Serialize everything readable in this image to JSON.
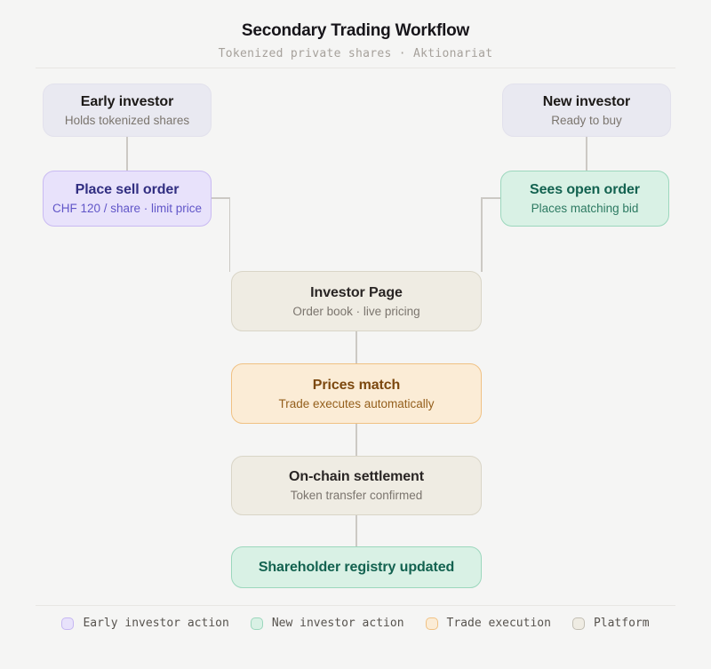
{
  "header": {
    "title": "Secondary Trading Workflow",
    "subtitle": "Tokenized private shares · Aktionariat"
  },
  "nodes": {
    "early_investor": {
      "title": "Early investor",
      "subtitle": "Holds tokenized shares"
    },
    "new_investor": {
      "title": "New investor",
      "subtitle": "Ready to buy"
    },
    "place_sell_order": {
      "title": "Place sell order",
      "subtitle": "CHF 120 / share · limit price"
    },
    "sees_open_order": {
      "title": "Sees open order",
      "subtitle": "Places matching bid"
    },
    "investor_page": {
      "title": "Investor Page",
      "subtitle": "Order book · live pricing"
    },
    "prices_match": {
      "title": "Prices match",
      "subtitle": "Trade executes automatically"
    },
    "onchain_settlement": {
      "title": "On-chain settlement",
      "subtitle": "Token transfer confirmed"
    },
    "registry_updated": {
      "title": "Shareholder registry updated"
    }
  },
  "colors": {
    "background": "#f5f5f4",
    "connector": "#ccc9c4",
    "purple_fill": "#e8e2fb",
    "purple_border": "#c9baf2",
    "green_fill": "#d9f1e5",
    "green_border": "#9cd7bd",
    "orange_fill": "#fbecd6",
    "orange_border": "#f0c183",
    "beige_fill": "#efece3",
    "beige_border": "#d9d5c7",
    "neutral_fill": "#e9e9f1"
  },
  "legend": {
    "items": [
      {
        "label": "Early investor action",
        "fill": "#e8e2fb",
        "border": "#c6b7f2"
      },
      {
        "label": "New investor action",
        "fill": "#d9f1e5",
        "border": "#9cd7bd"
      },
      {
        "label": "Trade execution",
        "fill": "#fbecd6",
        "border": "#f0c183"
      },
      {
        "label": "Platform",
        "fill": "#efece3",
        "border": "#c2beb3"
      }
    ]
  }
}
